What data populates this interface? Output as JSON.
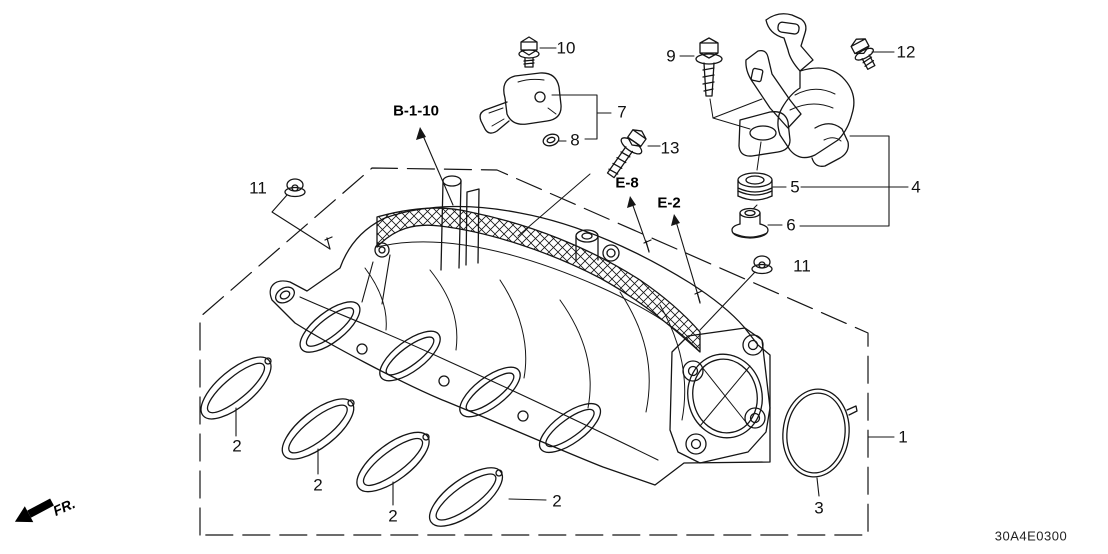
{
  "diagram": {
    "code": "30A4E0300",
    "direction_label": "FR.",
    "connector_refs": [
      {
        "label": "B-1-10"
      },
      {
        "label": "E-8"
      },
      {
        "label": "E-2"
      }
    ],
    "callouts": [
      {
        "num": "1",
        "part": "intake-manifold-assembly"
      },
      {
        "num": "2",
        "part": "intake-port-gasket"
      },
      {
        "num": "2",
        "part": "intake-port-gasket"
      },
      {
        "num": "2",
        "part": "intake-port-gasket"
      },
      {
        "num": "2",
        "part": "intake-port-gasket"
      },
      {
        "num": "3",
        "part": "throttle-body-o-ring"
      },
      {
        "num": "4",
        "part": "stay-bracket"
      },
      {
        "num": "5",
        "part": "rubber-mount"
      },
      {
        "num": "6",
        "part": "collar"
      },
      {
        "num": "7",
        "part": "map-sensor"
      },
      {
        "num": "8",
        "part": "sensor-o-ring"
      },
      {
        "num": "9",
        "part": "flange-bolt"
      },
      {
        "num": "10",
        "part": "sensor-bolt"
      },
      {
        "num": "11",
        "part": "cap-nut"
      },
      {
        "num": "11",
        "part": "cap-nut"
      },
      {
        "num": "12",
        "part": "bolt"
      },
      {
        "num": "13",
        "part": "long-flange-bolt"
      }
    ]
  }
}
